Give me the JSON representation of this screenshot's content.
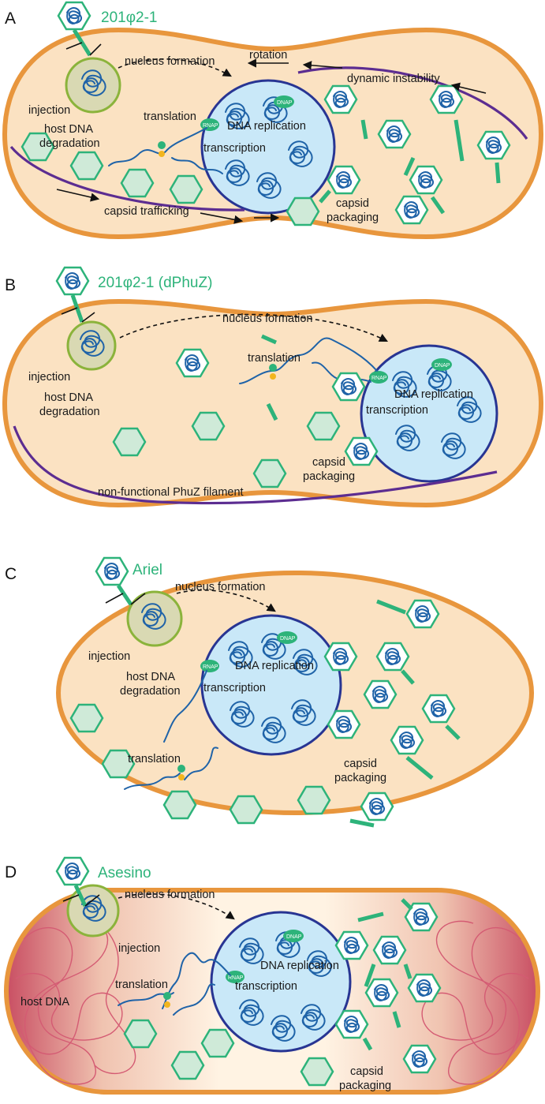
{
  "panels": [
    {
      "letter": "A",
      "phage": "201φ2-1",
      "labels": {
        "injection": "injection",
        "host_dna_degradation_1": "host DNA",
        "host_dna_degradation_2": "degradation",
        "nucleus_formation": "nucleus formation",
        "rotation": "rotation",
        "dynamic_instability": "dynamic instability",
        "translation": "translation",
        "dna_replication": "DNA replication",
        "transcription": "transcription",
        "capsid_trafficking": "capsid trafficking",
        "capsid_packaging_1": "capsid",
        "capsid_packaging_2": "packaging",
        "rnap": "RNAP",
        "dnap": "DNAP"
      }
    },
    {
      "letter": "B",
      "phage": "201φ2-1 (dPhuZ)",
      "labels": {
        "injection": "injection",
        "host_dna_degradation_1": "host DNA",
        "host_dna_degradation_2": "degradation",
        "nucleus_formation": "nucleus formation",
        "translation": "translation",
        "dna_replication": "DNA replication",
        "transcription": "transcription",
        "capsid_packaging_1": "capsid",
        "capsid_packaging_2": "packaging",
        "non_functional_filament": "non-functional PhuZ filament",
        "rnap": "RNAP",
        "dnap": "DNAP"
      }
    },
    {
      "letter": "C",
      "phage": "Ariel",
      "labels": {
        "injection": "injection",
        "host_dna_degradation_1": "host DNA",
        "host_dna_degradation_2": "degradation",
        "nucleus_formation": "nucleus formation",
        "translation": "translation",
        "dna_replication": "DNA replication",
        "transcription": "transcription",
        "capsid_packaging_1": "capsid",
        "capsid_packaging_2": "packaging",
        "rnap": "RNAP",
        "dnap": "DNAP"
      }
    },
    {
      "letter": "D",
      "phage": "Asesino",
      "labels": {
        "injection": "injection",
        "nucleus_formation": "nucleus formation",
        "translation": "translation",
        "dna_replication": "DNA replication",
        "transcription": "transcription",
        "host_dna": "host DNA",
        "capsid_packaging_1": "capsid",
        "capsid_packaging_2": "packaging",
        "rnap": "RNAP",
        "dnap": "DNAP"
      }
    }
  ],
  "colors": {
    "cell_fill": "#fbe2c2",
    "cell_wall": "#e8963d",
    "nucleus_fill": "#c9e8f8",
    "nucleus_border": "#283593",
    "capsid_green": "#2db37a",
    "phage_dna_blue": "#1f63a8",
    "phuz_filament_purple": "#5c2d91",
    "host_dna_pink": "#d45b73",
    "host_dna_region": "#d98a8a"
  }
}
